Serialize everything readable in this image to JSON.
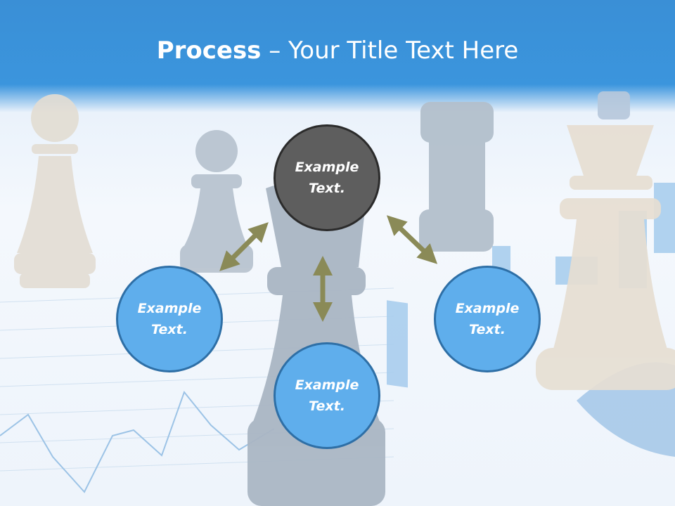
{
  "slide": {
    "title_bold": "Process",
    "title_rest": " – Your Title Text Here"
  },
  "nodes": {
    "top": {
      "line1": "Example",
      "line2": "Text."
    },
    "left": {
      "line1": "Example",
      "line2": "Text."
    },
    "bottom": {
      "line1": "Example",
      "line2": "Text."
    },
    "right": {
      "line1": "Example",
      "line2": "Text."
    }
  },
  "colors": {
    "header_blue": "#3b95dd",
    "node_dark": "#5e5e5e",
    "node_blue": "#5faeec",
    "arrow_olive": "#8a8a57"
  }
}
